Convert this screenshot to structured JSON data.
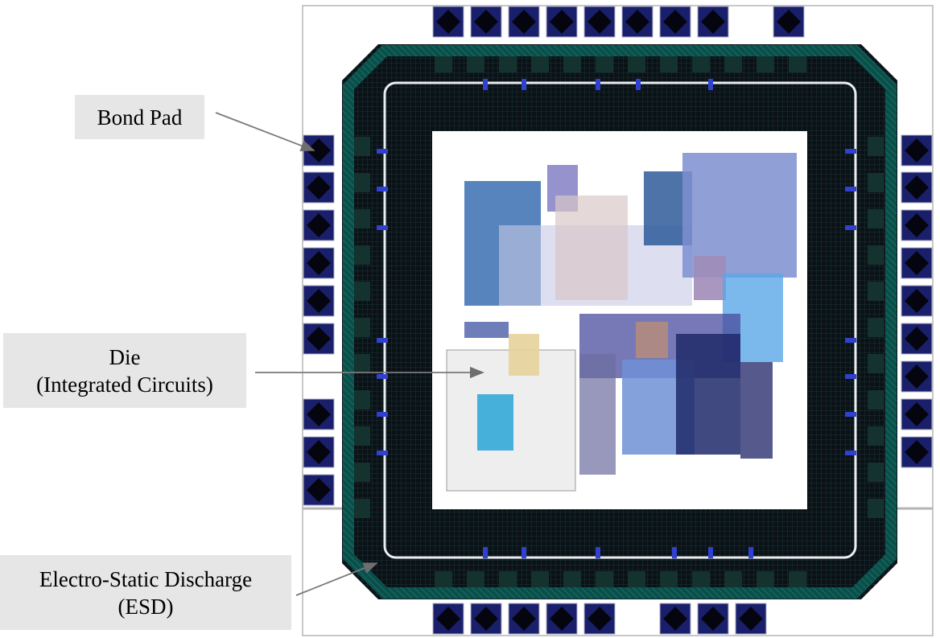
{
  "labels": {
    "bond_pad": "Bond Pad",
    "die_line1": "Die",
    "die_line2": "(Integrated Circuits)",
    "esd_line1": "Electro-Static Discharge",
    "esd_line2": "(ESD)"
  },
  "colors": {
    "background": "#ffffff",
    "label_box": "#e6e6e6",
    "pad_frame": "#1a1f6b",
    "pad_outline": "#b0b0c8",
    "ring_dark": "#0a1a1e",
    "ring_teal": "#0d5a52",
    "die_area": "#ffffff",
    "leader_line": "#7f7f7f"
  }
}
